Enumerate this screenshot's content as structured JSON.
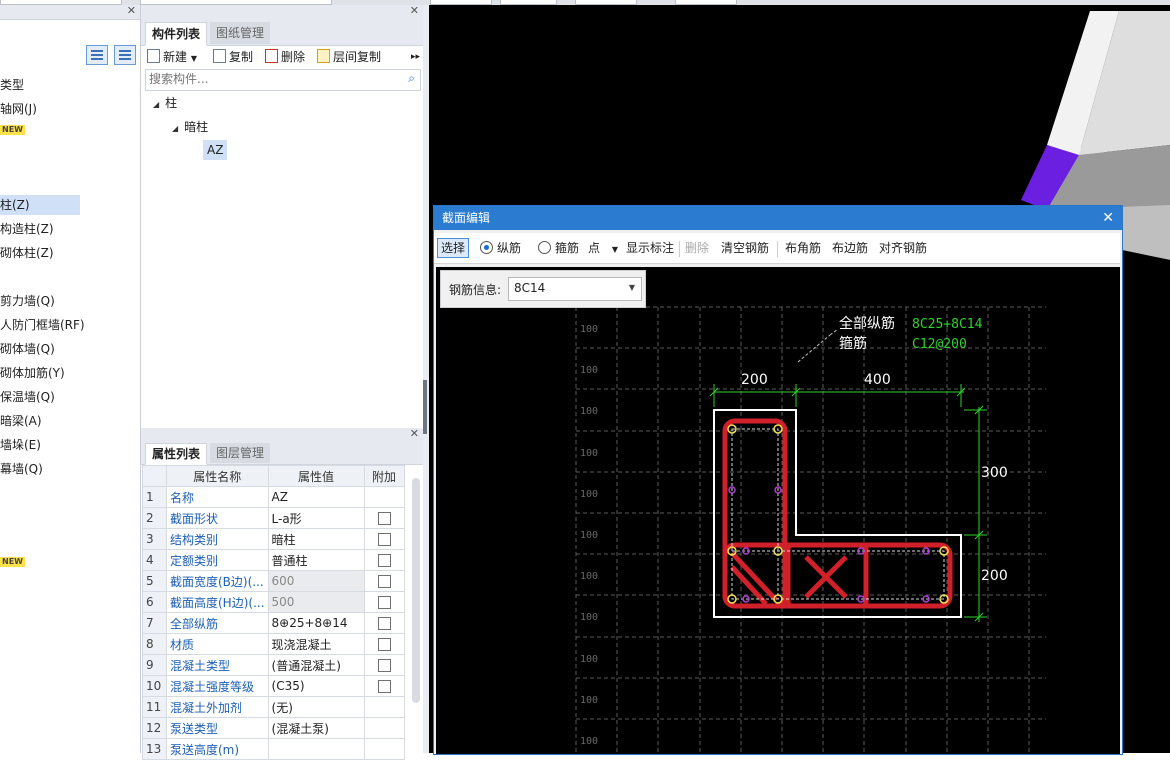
{
  "nav": {
    "items": [
      {
        "label": "类型",
        "selected": false
      },
      {
        "label": "轴网(J)",
        "selected": false
      },
      {
        "label": "柱(Z)",
        "selected": true
      },
      {
        "label": "构造柱(Z)",
        "selected": false
      },
      {
        "label": "砌体柱(Z)",
        "selected": false
      },
      {
        "label": "剪力墙(Q)",
        "selected": false
      },
      {
        "label": "人防门框墙(RF)",
        "selected": false
      },
      {
        "label": "砌体墙(Q)",
        "selected": false
      },
      {
        "label": "砌体加筋(Y)",
        "selected": false
      },
      {
        "label": "保温墙(Q)",
        "selected": false
      },
      {
        "label": "暗梁(A)",
        "selected": false
      },
      {
        "label": "墙垛(E)",
        "selected": false
      },
      {
        "label": "幕墙(Q)",
        "selected": false
      }
    ],
    "new_badge": "NEW"
  },
  "component_panel": {
    "tabs": [
      "构件列表",
      "图纸管理"
    ],
    "toolbar": {
      "new": "新建",
      "copy": "复制",
      "delete": "删除",
      "floor_copy": "层间复制"
    },
    "search_placeholder": "搜索构件...",
    "tree": {
      "root": "柱",
      "child": "暗柱",
      "leaf": "AZ"
    }
  },
  "property_panel": {
    "tabs": [
      "属性列表",
      "图层管理"
    ],
    "columns": [
      "属性名称",
      "属性值",
      "附加"
    ],
    "rows": [
      {
        "num": "1",
        "name": "名称",
        "value": "AZ",
        "checkbox": false,
        "disabled": false
      },
      {
        "num": "2",
        "name": "截面形状",
        "value": "L-a形",
        "checkbox": true,
        "disabled": false
      },
      {
        "num": "3",
        "name": "结构类别",
        "value": "暗柱",
        "checkbox": true,
        "disabled": false
      },
      {
        "num": "4",
        "name": "定额类别",
        "value": "普通柱",
        "checkbox": true,
        "disabled": false
      },
      {
        "num": "5",
        "name": "截面宽度(B边)(...",
        "value": "600",
        "checkbox": true,
        "disabled": true
      },
      {
        "num": "6",
        "name": "截面高度(H边)(...",
        "value": "500",
        "checkbox": true,
        "disabled": true
      },
      {
        "num": "7",
        "name": "全部纵筋",
        "value": "8⊕25+8⊕14",
        "checkbox": true,
        "disabled": false
      },
      {
        "num": "8",
        "name": "材质",
        "value": "现浇混凝土",
        "checkbox": true,
        "disabled": false
      },
      {
        "num": "9",
        "name": "混凝土类型",
        "value": "(普通混凝土)",
        "checkbox": true,
        "disabled": false
      },
      {
        "num": "10",
        "name": "混凝土强度等级",
        "value": "(C35)",
        "checkbox": true,
        "disabled": false
      },
      {
        "num": "11",
        "name": "混凝土外加剂",
        "value": "(无)",
        "checkbox": false,
        "disabled": false
      },
      {
        "num": "12",
        "name": "泵送类型",
        "value": "(混凝土泵)",
        "checkbox": false,
        "disabled": false
      },
      {
        "num": "13",
        "name": "泵送高度(m)",
        "value": "",
        "checkbox": false,
        "disabled": false
      }
    ]
  },
  "dialog": {
    "title": "截面编辑",
    "close": "✕",
    "toolbar": {
      "select": "选择",
      "longitudinal": "纵筋",
      "stirrup": "箍筋",
      "point": "点",
      "show_label": "显示标注",
      "delete": "删除",
      "clear": "清空钢筋",
      "corner": "布角筋",
      "edge": "布边筋",
      "align": "对齐钢筋"
    },
    "rebar_info_label": "钢筋信息:",
    "rebar_info_value": "8C14",
    "drawing": {
      "grid_label": "100",
      "annotation_long_label": "全部纵筋",
      "annotation_long_value": "8C25+8C14",
      "annotation_stirrup_label": "箍筋",
      "annotation_stirrup_value": "C12@200",
      "dim_top_left": "200",
      "dim_top_right": "400",
      "dim_right_top": "300",
      "dim_right_bottom": "200",
      "colors": {
        "grid": "#5a5a5a",
        "outline": "#ffffff",
        "rebar": "#d0202a",
        "dimension": "#2fd02f",
        "bar_marker": "#b040d0"
      }
    }
  }
}
